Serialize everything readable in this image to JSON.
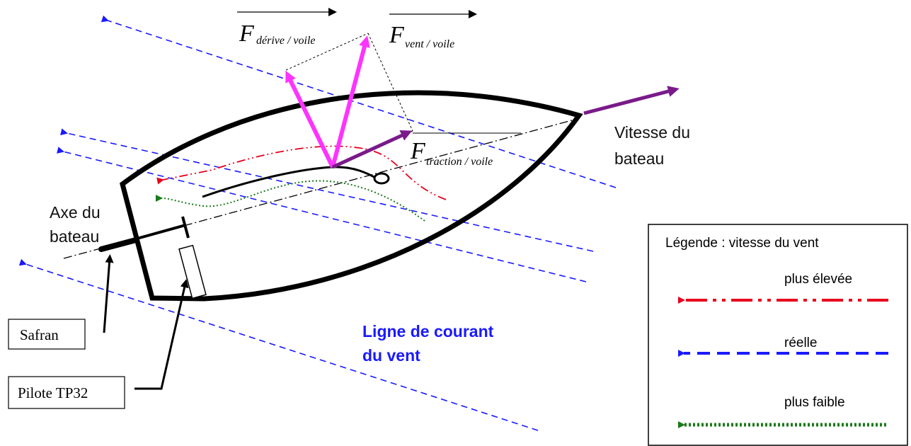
{
  "forces": {
    "derive": {
      "main": "F",
      "sub": "dérive / voile"
    },
    "vent": {
      "main": "F",
      "sub": "vent / voile"
    },
    "traction": {
      "main": "F",
      "sub": "traction / voile"
    }
  },
  "labels": {
    "vitesse_line1": "Vitesse du",
    "vitesse_line2": "bateau",
    "axe_line1": "Axe du",
    "axe_line2": "bateau",
    "courant_line1": "Ligne de courant",
    "courant_line2": "du vent",
    "safran": "Safran",
    "pilote": "Pilote TP32"
  },
  "legend": {
    "title": "Légende : vitesse du vent",
    "items": [
      {
        "label": "plus élevée",
        "color": "#e8001c",
        "style": "dash-dot-dot"
      },
      {
        "label": "réelle",
        "color": "#1a1aff",
        "style": "dashed"
      },
      {
        "label": "plus faible",
        "color": "#1a7a1a",
        "style": "dotted"
      }
    ]
  },
  "colors": {
    "wind": "#1a1aff",
    "high": "#e8001c",
    "low": "#1a7a1a",
    "magenta": "#ff33ff",
    "purple": "#7a1a8a",
    "courant_text": "#1a1aff"
  }
}
